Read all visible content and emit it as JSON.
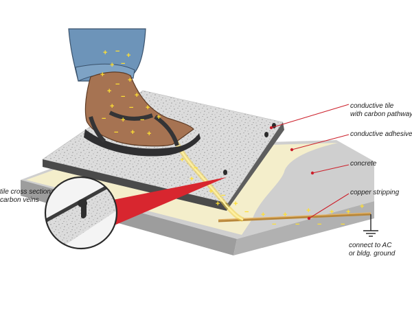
{
  "labels": {
    "tile": [
      "conductive tile",
      "with carbon pathways"
    ],
    "adhesive": "conductive adhesive",
    "concrete": "concrete",
    "copper": "copper stripping",
    "ground": [
      "connect to AC",
      "or bldg. ground"
    ],
    "cross_section": [
      "tile cross section:",
      "carbon veins"
    ]
  },
  "colors": {
    "leader": "#cc1f2a",
    "charge": "#ffe033",
    "tile_surface": "#d9d9d9",
    "adhesive": "#f5efc8",
    "concrete": "#cbcbcb",
    "denim": "#6d94b9",
    "sock": "#a07050",
    "sandal": "#333335",
    "pathway": "#f2d24a"
  },
  "icons": [
    "ground-symbol-icon",
    "plus-charge-icon",
    "minus-charge-icon"
  ]
}
